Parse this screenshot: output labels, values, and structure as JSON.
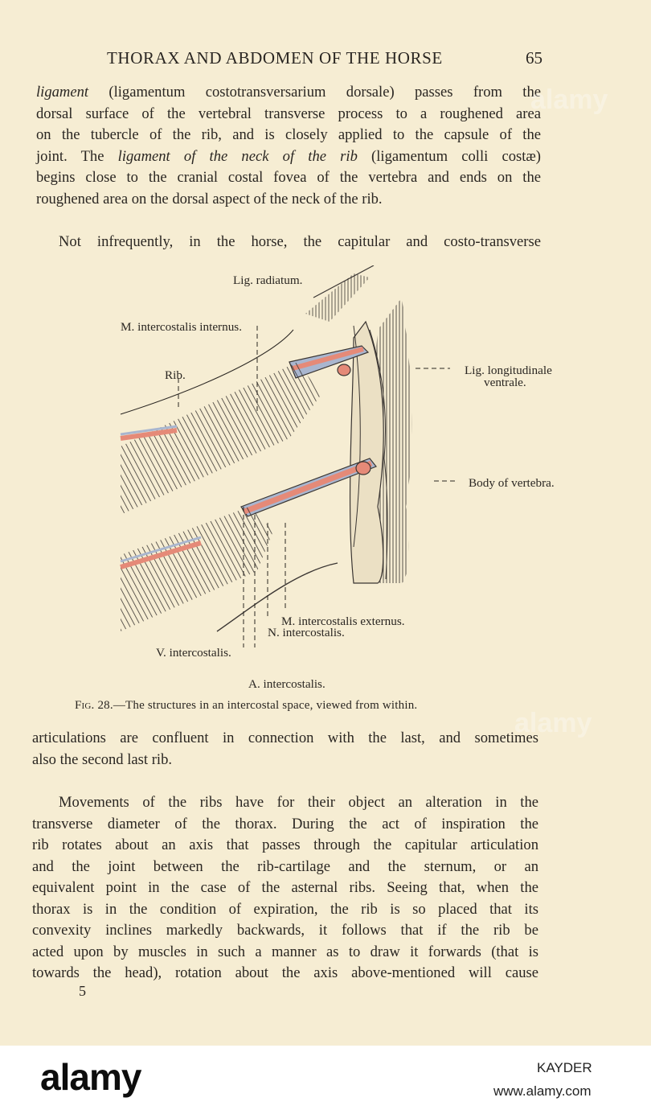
{
  "header": {
    "title": "THORAX AND ABDOMEN OF THE HORSE",
    "page_number": "65"
  },
  "paragraph1": {
    "lines": [
      [
        "ligament",
        " (ligamentum costotransversarium dorsale) passes from the"
      ],
      "dorsal surface of the vertebral transverse process to a roughened area",
      "on the tubercle of the rib, and is closely applied to the capsule of the",
      [
        "joint.  The ",
        "ligament of the neck of the rib",
        " (ligamentum colli costæ)"
      ],
      "begins close to the cranial costal fovea of the vertebra and ends on the",
      "roughened area on the dorsal aspect of the neck of the rib."
    ]
  },
  "paragraph2": {
    "text": "Not infrequently, in the horse, the capitular and costo-transverse"
  },
  "figure": {
    "labels": {
      "lig_radiatum": "Lig. radiatum.",
      "m_intercostalis_internus": "M. intercostalis internus.",
      "rib": "Rib.",
      "lig_longitudinale_1": "Lig. longitudinale",
      "lig_longitudinale_2": "ventrale.",
      "body_of_vertebra": "Body of vertebra.",
      "m_intercostalis_externus": "M. intercostalis externus.",
      "n_intercostalis": "N. intercostalis.",
      "v_intercostalis": "V. intercostalis.",
      "a_intercostalis": "A. intercostalis."
    },
    "caption": {
      "fig": "Fig. 28.",
      "text": "—The structures in an intercostal space, viewed from within."
    }
  },
  "paragraph3": {
    "lines": [
      "articulations are confluent in connection with the last, and sometimes",
      "also the second last rib."
    ]
  },
  "paragraph4": {
    "lines": [
      "Movements of the ribs have for their object an alteration in the",
      "transverse diameter of the thorax.  During the act of inspiration the",
      "rib rotates about an axis that passes through the capitular articulation",
      "and the joint between the rib-cartilage and the sternum, or an",
      "equivalent point in the case of the asternal ribs.  Seeing that, when the",
      "thorax is in the condition of expiration, the rib is so placed that its",
      "convexity inclines markedly backwards, it follows that if the rib be",
      "acted upon by muscles in such a manner as to draw it forwards (that is",
      "towards the head), rotation about the axis above-mentioned will cause"
    ]
  },
  "footer": {
    "signature": "5"
  },
  "banner": {
    "logo": "alamy",
    "image_id": "KAYDER",
    "site": "www.alamy.com"
  },
  "watermark": "alamy",
  "colors": {
    "paper": "#f6edd3",
    "ink": "#2a2622",
    "artery": "#e58a78",
    "vein": "#a9b6cf",
    "banner": "#ffffff"
  }
}
